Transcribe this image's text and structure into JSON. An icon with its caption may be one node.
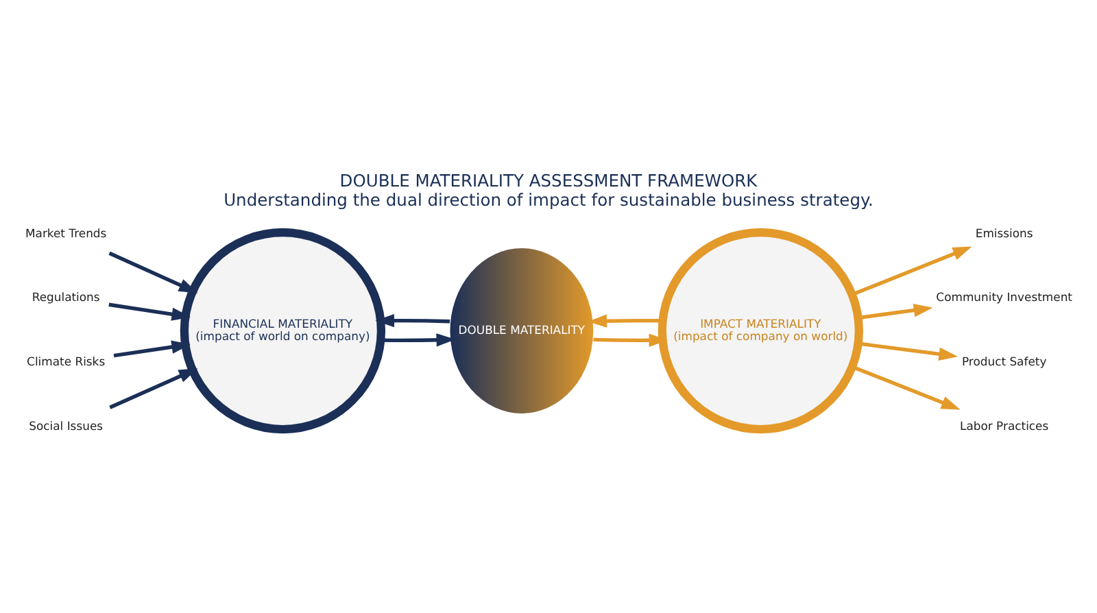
{
  "diagram": {
    "title": "DOUBLE MATERIALITY ASSESSMENT FRAMEWORK",
    "caption": "Understanding the dual direction of impact for sustainable business strategy.",
    "nodes": [
      {
        "text": [
          "FINANCIAL MATERIALITY",
          "(impact of world on company)"
        ]
      },
      {
        "text": [
          "DOUBLE MATERIALITY"
        ]
      },
      {
        "text": [
          "IMPACT MATERIALITY",
          "(impact of company on world)"
        ]
      },
      {
        "text": [
          "Market Trends"
        ]
      },
      {
        "text": [
          "Regulations"
        ]
      },
      {
        "text": [
          "Climate Risks"
        ]
      },
      {
        "text": [
          "Social Issues"
        ]
      },
      {
        "text": [
          "Emissions"
        ]
      },
      {
        "text": [
          "Community Investment"
        ]
      },
      {
        "text": [
          "Product Safety"
        ]
      },
      {
        "text": [
          "Labor Practices"
        ]
      }
    ],
    "edges": [
      {
        "from": 3,
        "to": 0,
        "arrow": "to",
        "color": "#1b2f57"
      },
      {
        "from": 4,
        "to": 0,
        "arrow": "to",
        "color": "#1b2f57"
      },
      {
        "from": 5,
        "to": 0,
        "arrow": "to",
        "color": "#1b2f57"
      },
      {
        "from": 6,
        "to": 0,
        "arrow": "to",
        "color": "#1b2f57"
      },
      {
        "from": 0,
        "to": 1,
        "arrow": "to",
        "color": "#1b2f57"
      },
      {
        "from": 1,
        "to": 0,
        "arrow": "to",
        "color": "#1b2f57"
      },
      {
        "from": 2,
        "to": 1,
        "arrow": "to",
        "color": "#e39a2a"
      },
      {
        "from": 1,
        "to": 2,
        "arrow": "to",
        "color": "#e39a2a"
      },
      {
        "from": 2,
        "to": 7,
        "arrow": "to",
        "color": "#e39a2a"
      },
      {
        "from": 2,
        "to": 8,
        "arrow": "to",
        "color": "#e39a2a"
      },
      {
        "from": 2,
        "to": 9,
        "arrow": "to",
        "color": "#e39a2a"
      },
      {
        "from": 2,
        "to": 10,
        "arrow": "to",
        "color": "#e39a2a"
      }
    ]
  }
}
